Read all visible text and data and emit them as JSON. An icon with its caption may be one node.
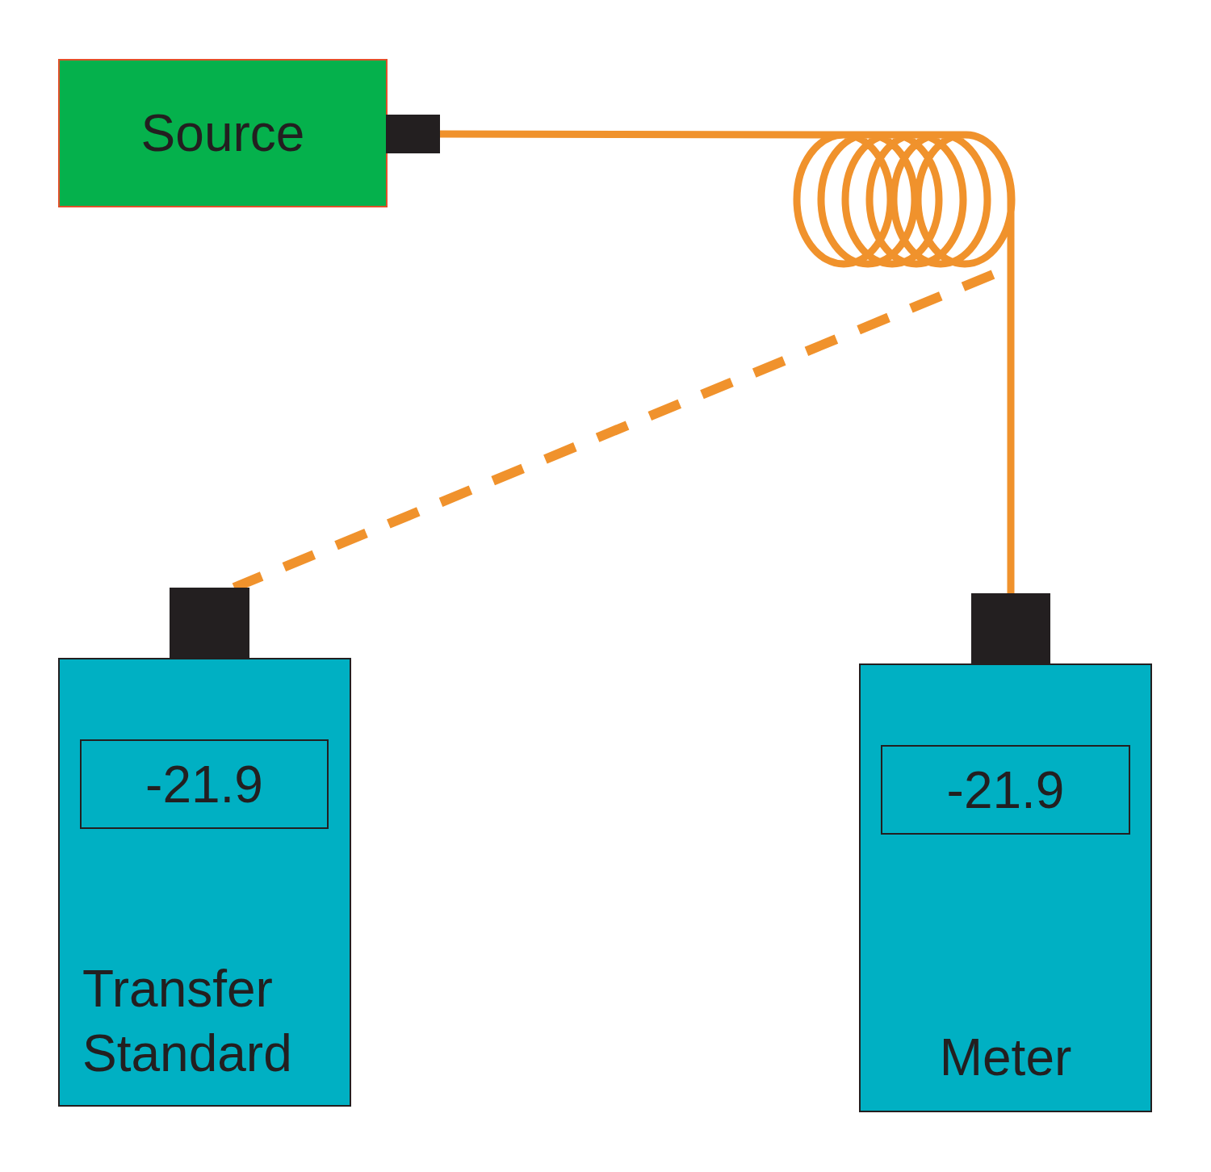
{
  "diagram": {
    "nodes": [
      {
        "text": [
          "Source"
        ]
      },
      {
        "text": [],
        "shape": "box"
      },
      {
        "text": [],
        "shape": "box"
      },
      {
        "text": [
          "Transfer Standard"
        ]
      },
      {
        "text": [
          "-21.9"
        ],
        "in": 3
      },
      {
        "text": [],
        "shape": "box"
      },
      {
        "text": [
          "Meter"
        ]
      },
      {
        "text": [
          "-21.9"
        ],
        "in": 6
      }
    ],
    "edges": [
      {
        "from": 1,
        "to": 5,
        "arrow": "none"
      },
      {
        "from": null,
        "to": 2,
        "arrow": "none",
        "style": "dashed"
      }
    ]
  }
}
